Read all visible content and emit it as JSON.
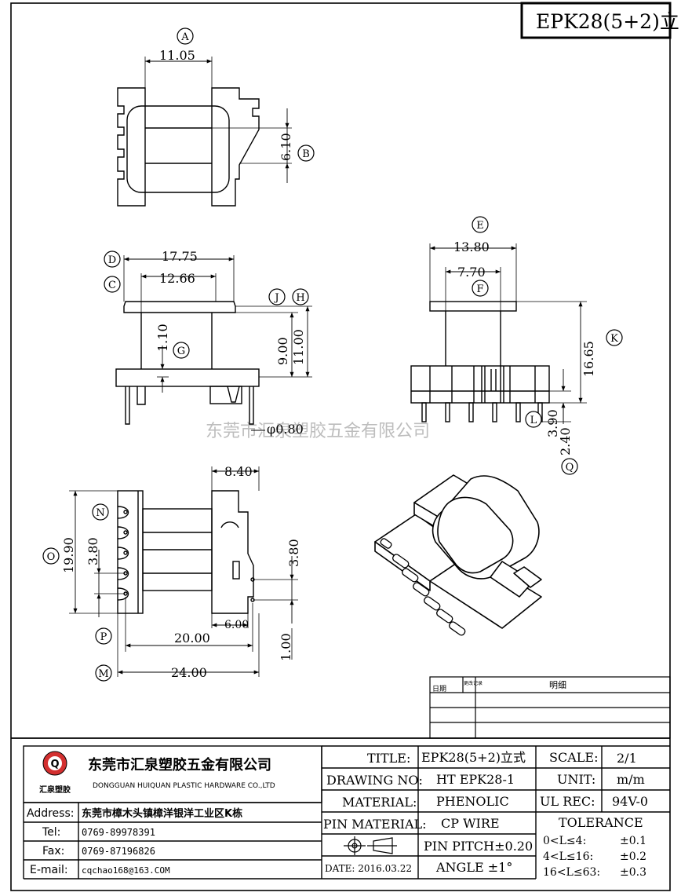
{
  "header": {
    "part_title": "EPK28(5+2)立"
  },
  "dimensions": {
    "d_11_05": "11.05",
    "d_6_10": "6.10",
    "d_17_75": "17.75",
    "d_12_66": "12.66",
    "d_1_10": "1.10",
    "d_9_00": "9.00",
    "d_11_00": "11.00",
    "d_phi_0_80": "φ0.80",
    "d_13_80": "13.80",
    "d_7_70": "7.70",
    "d_16_65": "16.65",
    "d_3_90": "3.90",
    "d_2_40": "2.40",
    "d_8_40": "8.40",
    "d_19_90": "19.90",
    "d_3_80_left": "3.80",
    "d_3_80_right": "3.80",
    "d_6_00": "6.00",
    "d_20_00": "20.00",
    "d_24_00": "24.00",
    "d_1_00": "1.00"
  },
  "labels": {
    "A": "A",
    "B": "B",
    "C": "C",
    "D": "D",
    "E": "E",
    "F": "F",
    "G": "G",
    "H": "H",
    "J": "J",
    "K": "K",
    "L": "L",
    "M": "M",
    "N": "N",
    "O": "O",
    "P": "P",
    "Q": "Q"
  },
  "watermark": "东莞市汇泉塑胶五金有限公司",
  "revision_table": {
    "date_header": "日期",
    "change_header": "更改记录",
    "detail_header": "明细"
  },
  "company": {
    "logo_letter": "Q",
    "logo_caption": "汇泉塑胶",
    "name_cn": "东莞市汇泉塑胶五金有限公司",
    "name_en": "DONGGUAN HUIQUAN PLASTIC HARDWARE CO.,LTD"
  },
  "contact": {
    "address_label": "Address:",
    "address_value": "东莞市樟木头镇樟洋银洋工业区K栋",
    "tel_label": "Tel:",
    "tel_value": "0769-89978391",
    "fax_label": "Fax:",
    "fax_value": "0769-87196826",
    "email_label": "E-mail:",
    "email_value": "cqchao168@163.COM"
  },
  "title_block": {
    "title_label": "TITLE:",
    "title_value": "EPK28(5+2)立式",
    "scale_label": "SCALE:",
    "scale_value": "2/1",
    "drawing_no_label": "DRAWING NO:",
    "drawing_no_value": "HT EPK28-1",
    "unit_label": "UNIT:",
    "unit_value": "m/m",
    "material_label": "MATERIAL:",
    "material_value": "PHENOLIC",
    "ul_rec_label": "UL REC:",
    "ul_rec_value": "94V-0",
    "pin_material_label": "PIN MATERIAL:",
    "pin_material_value": "CP WIRE",
    "tolerance_label": "TOLERANCE",
    "pin_pitch": "PIN PITCH±0.20",
    "angle": "ANGLE   ±1°",
    "date": "DATE: 2016.03.22",
    "tol_row1_range": "0<L≤4:",
    "tol_row1_value": "±0.1",
    "tol_row2_range": "4<L≤16:",
    "tol_row2_value": "±0.2",
    "tol_row3_range": "16<L≤63:",
    "tol_row3_value": "±0.3"
  }
}
